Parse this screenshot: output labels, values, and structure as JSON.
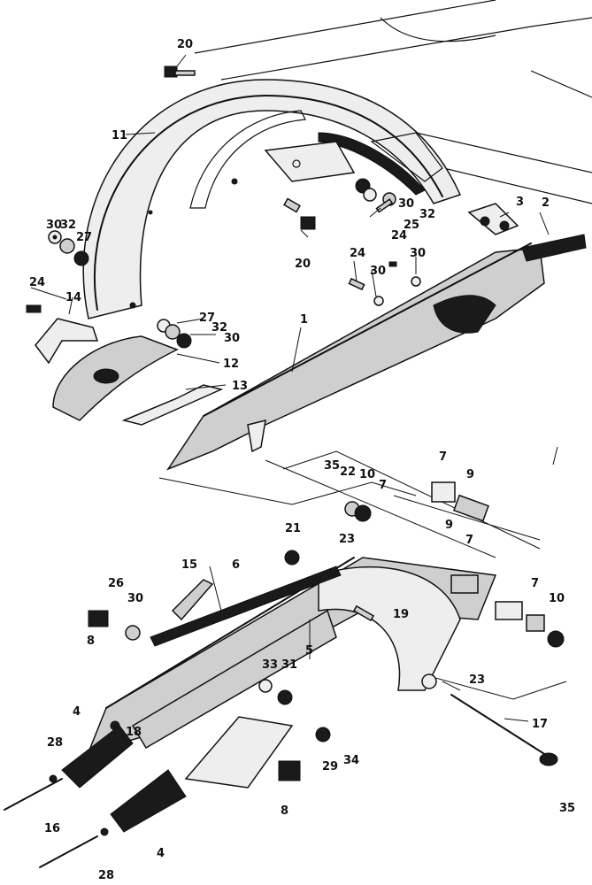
{
  "callouts": {
    "c20a": "20",
    "c11": "11",
    "c30a": "30",
    "c32a": "32",
    "c27a": "27",
    "c24a": "24",
    "c14": "14",
    "c27b": "27",
    "c32b": "32",
    "c30b": "30",
    "c12": "12",
    "c13": "13",
    "c20b": "20",
    "c30c": "30",
    "c32c": "32",
    "c25": "25",
    "c3": "3",
    "c2": "2",
    "c24b": "24",
    "c24c": "24",
    "c30d": "30",
    "c30e": "30",
    "c1": "1",
    "c35a": "35",
    "c22": "22",
    "c10a": "10",
    "c7a": "7",
    "c7b": "7",
    "c9a": "9",
    "c23a": "23",
    "c21": "21",
    "c9b": "9",
    "c7c": "7",
    "c15": "15",
    "c6": "6",
    "c26": "26",
    "c30f": "30",
    "c8a": "8",
    "c19": "19",
    "c5": "5",
    "c7d": "7",
    "c10b": "10",
    "c33": "33",
    "c31": "31",
    "c23b": "23",
    "c17": "17",
    "c18": "18",
    "c4a": "4",
    "c28a": "28",
    "c29": "29",
    "c34": "34",
    "c16": "16",
    "c8b": "8",
    "c4b": "4",
    "c28b": "28",
    "c35b": "35"
  }
}
